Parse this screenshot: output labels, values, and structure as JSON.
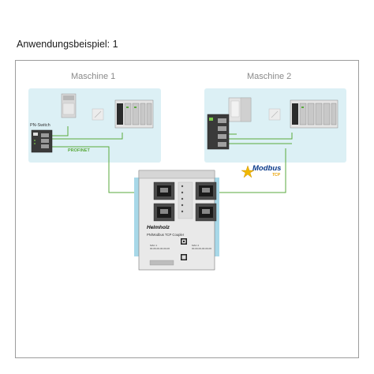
{
  "page": {
    "title": "Anwendungsbeispiel: 1"
  },
  "machines": [
    {
      "label": "Maschine 1"
    },
    {
      "label": "Maschine 2"
    }
  ],
  "labels": {
    "pn_switch": "PN-Switch",
    "profinet": "PROFINET"
  },
  "modbus": {
    "name": "Modbus",
    "sub": "TCP"
  },
  "device": {
    "brand": "Helmholz",
    "model": "PN/Modbus TCP Coupler",
    "mac1_label": "MAC 1",
    "mac1_value": "00-06-00-00-00-00",
    "mac2_label": "MAC 2",
    "mac2_value": "00-00-00-00-00-00"
  },
  "colors": {
    "machine_bg": "#dcf0f5",
    "profinet_line": "#5aaa3c",
    "frame": "#9c9c9c"
  }
}
